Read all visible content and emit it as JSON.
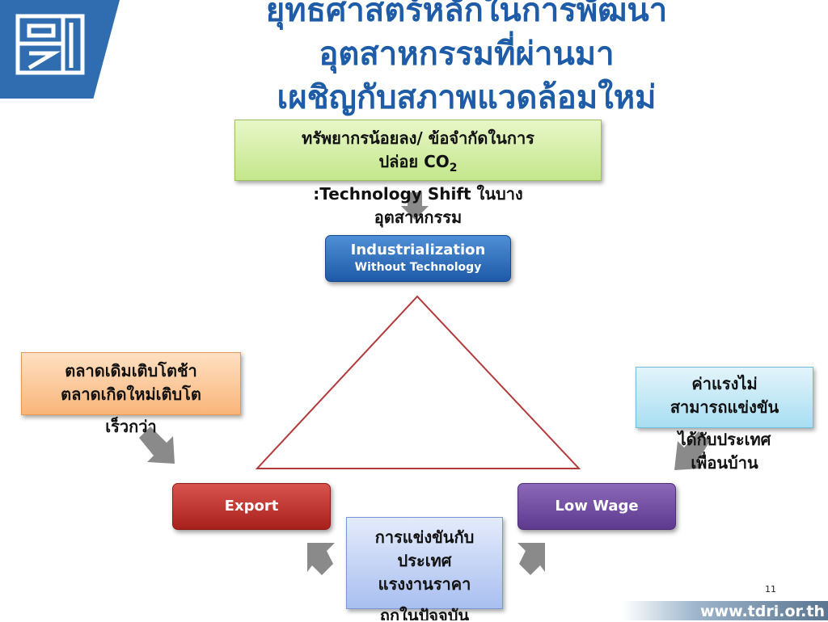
{
  "title": {
    "line1": "ยุทธศาสตร์หลักในการพัฒนา",
    "line2": "อุตสาหกรรมที่ผ่านมา",
    "line3": "เผชิญกับสภาพแวดล้อมใหม่"
  },
  "boxes": {
    "top": {
      "line1": "ทรัพยากรน้อยลง/ ข้อจำกัดในการ",
      "line2_prefix": "ปล่อย ",
      "line2_chem": "CO",
      "line2_sub": "2",
      "overflow_line1_en": ":Technology Shift",
      "overflow_line1_th": " ในบาง",
      "overflow_line2": "อุตสาหกรรม"
    },
    "left": {
      "line1": "ตลาดเดิมเติบโตช้า",
      "line2": "ตลาดเกิดใหม่เติบโต",
      "overflow": "เร็วกว่า"
    },
    "right": {
      "line1": "ค่าแรงไม่",
      "line2": "สามารถแข่งขัน",
      "overflow1": "ได้กับประเทศ",
      "overflow2": "เพื่อนบ้าน"
    },
    "bottom": {
      "line1": "การแข่งขันกับ",
      "line2": "ประเทศ",
      "line3": "แรงงานราคา",
      "overflow": "ถูกในปัจจุบัน"
    }
  },
  "nodes": {
    "top_line1": "Industrialization",
    "top_line2": "Without Technology",
    "left": "Export",
    "right": "Low Wage"
  },
  "colors": {
    "title": "#1f5ca8",
    "triangle": "#b33a3a",
    "arrow": "#8a8a8a",
    "logo_band": "#2f6db0"
  },
  "footer": {
    "page_number": "11",
    "url": "www.tdri.or.th"
  }
}
